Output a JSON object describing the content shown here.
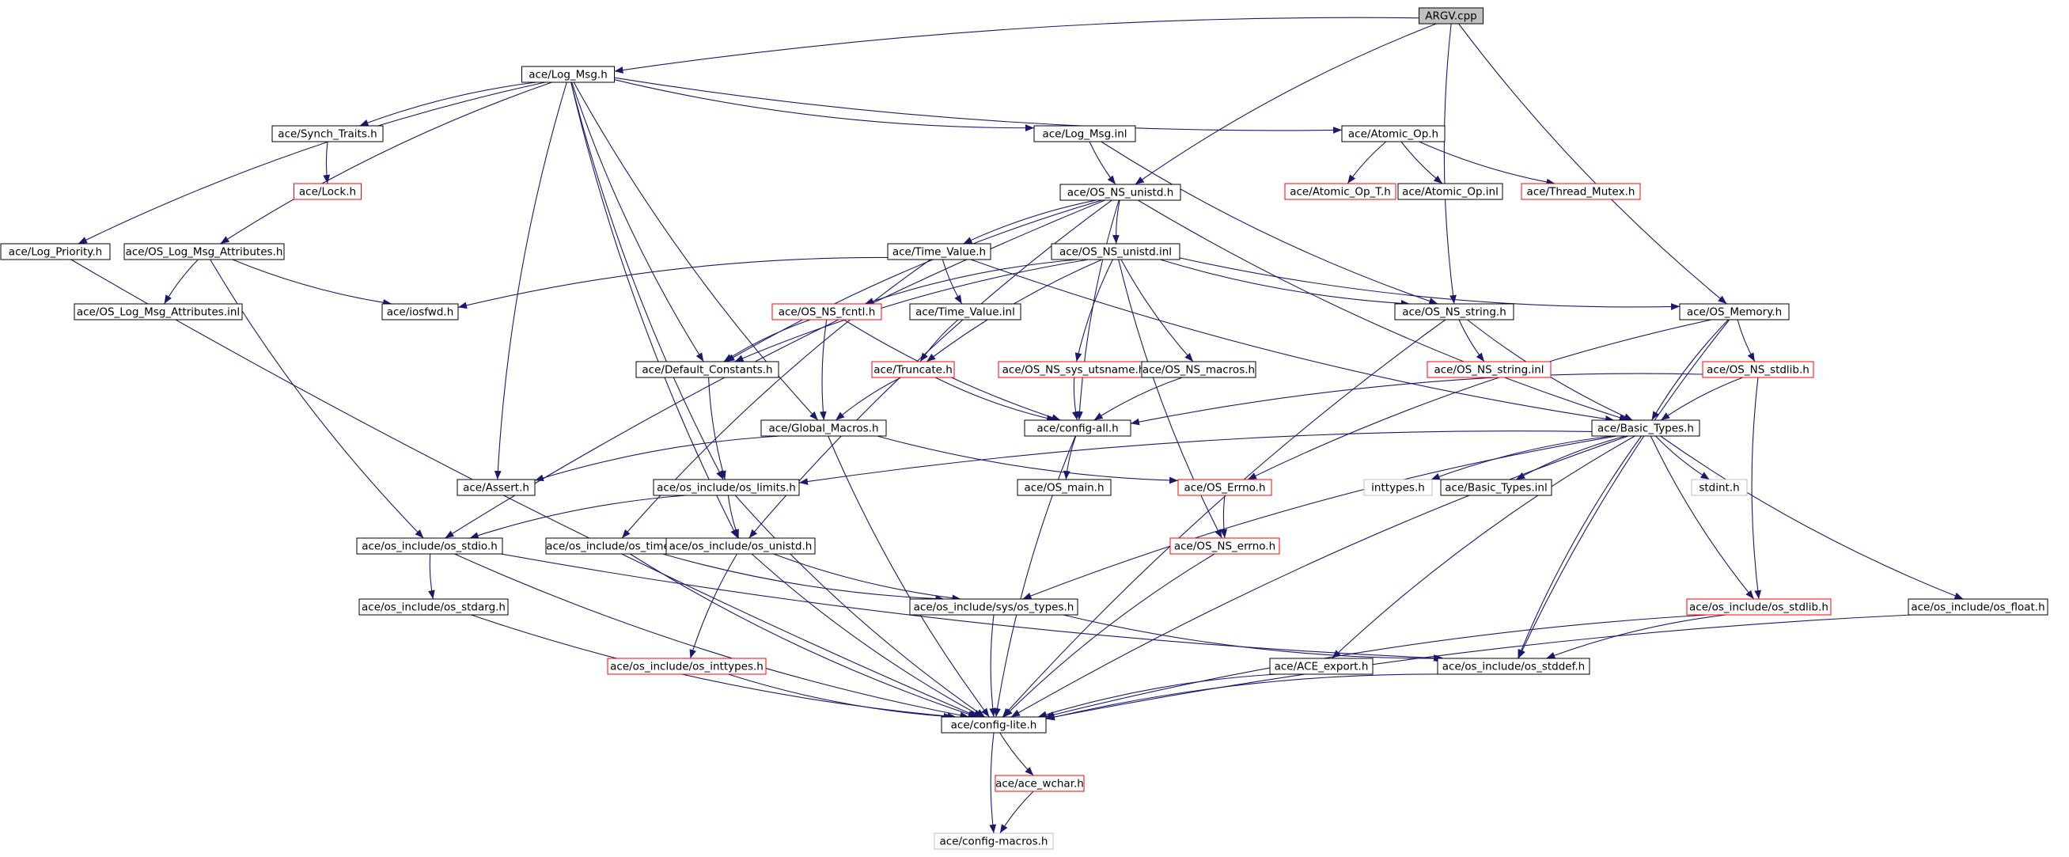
{
  "colors": {
    "edge": "#191970",
    "border_black": "#000000",
    "border_red": "#ff0000",
    "border_gray": "#bfbfbf",
    "root_fill": "#bfbfbf",
    "node_fill": "#ffffff"
  },
  "nodes": [
    {
      "id": "argv_cpp",
      "label": "ARGV.cpp",
      "style": "root"
    },
    {
      "id": "log_msg_h",
      "label": "ace/Log_Msg.h",
      "style": "black"
    },
    {
      "id": "synch_traits_h",
      "label": "ace/Synch_Traits.h",
      "style": "black"
    },
    {
      "id": "lock_h",
      "label": "ace/Lock.h",
      "style": "red"
    },
    {
      "id": "log_msg_inl",
      "label": "ace/Log_Msg.inl",
      "style": "black"
    },
    {
      "id": "atomic_op_h",
      "label": "ace/Atomic_Op.h",
      "style": "black"
    },
    {
      "id": "atomic_op_t_h",
      "label": "ace/Atomic_Op_T.h",
      "style": "red"
    },
    {
      "id": "atomic_op_inl",
      "label": "ace/Atomic_Op.inl",
      "style": "black"
    },
    {
      "id": "thread_mutex_h",
      "label": "ace/Thread_Mutex.h",
      "style": "red"
    },
    {
      "id": "os_ns_unistd_h",
      "label": "ace/OS_NS_unistd.h",
      "style": "black"
    },
    {
      "id": "log_priority_h",
      "label": "ace/Log_Priority.h",
      "style": "black"
    },
    {
      "id": "os_log_msg_attr_h",
      "label": "ace/OS_Log_Msg_Attributes.h",
      "style": "black"
    },
    {
      "id": "time_value_h",
      "label": "ace/Time_Value.h",
      "style": "black"
    },
    {
      "id": "os_ns_unistd_inl",
      "label": "ace/OS_NS_unistd.inl",
      "style": "black"
    },
    {
      "id": "os_log_msg_attr_inl",
      "label": "ace/OS_Log_Msg_Attributes.inl",
      "style": "black"
    },
    {
      "id": "iosfwd_h",
      "label": "ace/iosfwd.h",
      "style": "black"
    },
    {
      "id": "os_ns_fcntl_h",
      "label": "ace/OS_NS_fcntl.h",
      "style": "red"
    },
    {
      "id": "time_value_inl",
      "label": "ace/Time_Value.inl",
      "style": "black"
    },
    {
      "id": "os_ns_string_h",
      "label": "ace/OS_NS_string.h",
      "style": "black"
    },
    {
      "id": "os_memory_h",
      "label": "ace/OS_Memory.h",
      "style": "black"
    },
    {
      "id": "default_constants_h",
      "label": "ace/Default_Constants.h",
      "style": "black"
    },
    {
      "id": "truncate_h",
      "label": "ace/Truncate.h",
      "style": "red"
    },
    {
      "id": "os_ns_sys_utsname_h",
      "label": "ace/OS_NS_sys_utsname.h",
      "style": "red"
    },
    {
      "id": "os_ns_macros_h",
      "label": "ace/OS_NS_macros.h",
      "style": "black"
    },
    {
      "id": "os_ns_string_inl",
      "label": "ace/OS_NS_string.inl",
      "style": "red"
    },
    {
      "id": "os_ns_stdlib_h",
      "label": "ace/OS_NS_stdlib.h",
      "style": "red"
    },
    {
      "id": "global_macros_h",
      "label": "ace/Global_Macros.h",
      "style": "black"
    },
    {
      "id": "config_all_h",
      "label": "ace/config-all.h",
      "style": "black"
    },
    {
      "id": "basic_types_h",
      "label": "ace/Basic_Types.h",
      "style": "black"
    },
    {
      "id": "assert_h",
      "label": "ace/Assert.h",
      "style": "black"
    },
    {
      "id": "os_limits_h",
      "label": "ace/os_include/os_limits.h",
      "style": "black"
    },
    {
      "id": "os_main_h",
      "label": "ace/OS_main.h",
      "style": "black"
    },
    {
      "id": "os_errno_h",
      "label": "ace/OS_Errno.h",
      "style": "red"
    },
    {
      "id": "inttypes_h",
      "label": "inttypes.h",
      "style": "gray"
    },
    {
      "id": "basic_types_inl",
      "label": "ace/Basic_Types.inl",
      "style": "black"
    },
    {
      "id": "stdint_h",
      "label": "stdint.h",
      "style": "gray"
    },
    {
      "id": "os_stdio_h",
      "label": "ace/os_include/os_stdio.h",
      "style": "black"
    },
    {
      "id": "os_time_h",
      "label": "ace/os_include/os_time.h",
      "style": "black"
    },
    {
      "id": "os_unistd_h",
      "label": "ace/os_include/os_unistd.h",
      "style": "black"
    },
    {
      "id": "os_ns_errno_h",
      "label": "ace/OS_NS_errno.h",
      "style": "red"
    },
    {
      "id": "os_stdarg_h",
      "label": "ace/os_include/os_stdarg.h",
      "style": "black"
    },
    {
      "id": "sys_os_types_h",
      "label": "ace/os_include/sys/os_types.h",
      "style": "black"
    },
    {
      "id": "os_stdlib_h",
      "label": "ace/os_include/os_stdlib.h",
      "style": "red"
    },
    {
      "id": "os_float_h",
      "label": "ace/os_include/os_float.h",
      "style": "black"
    },
    {
      "id": "os_inttypes_h",
      "label": "ace/os_include/os_inttypes.h",
      "style": "red"
    },
    {
      "id": "ace_export_h",
      "label": "ace/ACE_export.h",
      "style": "black"
    },
    {
      "id": "os_stddef_h",
      "label": "ace/os_include/os_stddef.h",
      "style": "black"
    },
    {
      "id": "config_lite_h",
      "label": "ace/config-lite.h",
      "style": "black"
    },
    {
      "id": "ace_wchar_h",
      "label": "ace/ace_wchar.h",
      "style": "red"
    },
    {
      "id": "config_macros_h",
      "label": "ace/config-macros.h",
      "style": "gray"
    }
  ],
  "edges": [
    [
      "argv_cpp",
      "log_msg_h"
    ],
    [
      "argv_cpp",
      "os_ns_unistd_h"
    ],
    [
      "argv_cpp",
      "os_ns_string_h"
    ],
    [
      "argv_cpp",
      "os_memory_h"
    ],
    [
      "log_msg_h",
      "synch_traits_h"
    ],
    [
      "log_msg_h",
      "log_msg_inl"
    ],
    [
      "log_msg_h",
      "atomic_op_h"
    ],
    [
      "log_msg_h",
      "log_priority_h"
    ],
    [
      "log_msg_h",
      "os_log_msg_attr_h"
    ],
    [
      "log_msg_h",
      "default_constants_h"
    ],
    [
      "log_msg_h",
      "global_macros_h"
    ],
    [
      "log_msg_h",
      "assert_h"
    ],
    [
      "log_msg_h",
      "os_limits_h"
    ],
    [
      "log_msg_h",
      "os_unistd_h"
    ],
    [
      "synch_traits_h",
      "lock_h"
    ],
    [
      "log_msg_inl",
      "os_ns_unistd_h"
    ],
    [
      "log_msg_inl",
      "os_ns_string_h"
    ],
    [
      "atomic_op_h",
      "atomic_op_t_h"
    ],
    [
      "atomic_op_h",
      "atomic_op_inl"
    ],
    [
      "atomic_op_h",
      "thread_mutex_h"
    ],
    [
      "os_ns_unistd_h",
      "time_value_h"
    ],
    [
      "os_ns_unistd_h",
      "os_ns_unistd_inl"
    ],
    [
      "os_ns_unistd_h",
      "config_all_h"
    ],
    [
      "os_ns_unistd_h",
      "basic_types_h"
    ],
    [
      "os_ns_unistd_h",
      "os_stdio_h"
    ],
    [
      "os_ns_unistd_h",
      "os_unistd_h"
    ],
    [
      "os_ns_unistd_h",
      "default_constants_h"
    ],
    [
      "log_priority_h",
      "config_lite_h"
    ],
    [
      "os_log_msg_attr_h",
      "os_log_msg_attr_inl"
    ],
    [
      "os_log_msg_attr_h",
      "iosfwd_h"
    ],
    [
      "os_log_msg_attr_h",
      "os_stdio_h"
    ],
    [
      "time_value_h",
      "iosfwd_h"
    ],
    [
      "time_value_h",
      "time_value_inl"
    ],
    [
      "time_value_h",
      "basic_types_h"
    ],
    [
      "time_value_h",
      "os_time_h"
    ],
    [
      "os_ns_unistd_inl",
      "os_ns_fcntl_h"
    ],
    [
      "os_ns_unistd_inl",
      "default_constants_h"
    ],
    [
      "os_ns_unistd_inl",
      "truncate_h"
    ],
    [
      "os_ns_unistd_inl",
      "os_ns_sys_utsname_h"
    ],
    [
      "os_ns_unistd_inl",
      "os_ns_macros_h"
    ],
    [
      "os_ns_unistd_inl",
      "os_ns_string_h"
    ],
    [
      "os_ns_unistd_inl",
      "os_memory_h"
    ],
    [
      "os_ns_unistd_inl",
      "os_ns_errno_h"
    ],
    [
      "os_ns_fcntl_h",
      "default_constants_h"
    ],
    [
      "os_ns_fcntl_h",
      "global_macros_h"
    ],
    [
      "os_ns_fcntl_h",
      "config_all_h"
    ],
    [
      "time_value_inl",
      "truncate_h"
    ],
    [
      "os_ns_string_h",
      "os_ns_string_inl"
    ],
    [
      "os_ns_string_h",
      "basic_types_h"
    ],
    [
      "os_ns_string_h",
      "config_lite_h"
    ],
    [
      "os_memory_h",
      "os_ns_stdlib_h"
    ],
    [
      "os_memory_h",
      "basic_types_h"
    ],
    [
      "os_memory_h",
      "os_errno_h"
    ],
    [
      "os_memory_h",
      "os_stddef_h"
    ],
    [
      "default_constants_h",
      "os_limits_h"
    ],
    [
      "truncate_h",
      "global_macros_h"
    ],
    [
      "truncate_h",
      "config_all_h"
    ],
    [
      "os_ns_sys_utsname_h",
      "config_all_h"
    ],
    [
      "os_ns_macros_h",
      "config_all_h"
    ],
    [
      "os_ns_stdlib_h",
      "basic_types_h"
    ],
    [
      "os_ns_stdlib_h",
      "config_all_h"
    ],
    [
      "os_ns_stdlib_h",
      "os_stdlib_h"
    ],
    [
      "global_macros_h",
      "assert_h"
    ],
    [
      "global_macros_h",
      "os_errno_h"
    ],
    [
      "global_macros_h",
      "config_lite_h"
    ],
    [
      "config_all_h",
      "os_main_h"
    ],
    [
      "config_all_h",
      "config_lite_h"
    ],
    [
      "basic_types_h",
      "os_limits_h"
    ],
    [
      "basic_types_h",
      "inttypes_h"
    ],
    [
      "basic_types_h",
      "basic_types_inl"
    ],
    [
      "basic_types_h",
      "stdint_h"
    ],
    [
      "basic_types_h",
      "sys_os_types_h"
    ],
    [
      "basic_types_h",
      "ace_export_h"
    ],
    [
      "basic_types_h",
      "os_stddef_h"
    ],
    [
      "basic_types_h",
      "os_stdlib_h"
    ],
    [
      "basic_types_h",
      "os_float_h"
    ],
    [
      "basic_types_h",
      "config_lite_h"
    ],
    [
      "os_limits_h",
      "os_unistd_h"
    ],
    [
      "os_limits_h",
      "os_stdio_h"
    ],
    [
      "os_limits_h",
      "config_lite_h"
    ],
    [
      "os_errno_h",
      "os_ns_errno_h"
    ],
    [
      "os_stdio_h",
      "os_stdarg_h"
    ],
    [
      "os_stdio_h",
      "os_stddef_h"
    ],
    [
      "os_stdio_h",
      "config_lite_h"
    ],
    [
      "os_time_h",
      "sys_os_types_h"
    ],
    [
      "os_time_h",
      "config_lite_h"
    ],
    [
      "os_unistd_h",
      "sys_os_types_h"
    ],
    [
      "os_unistd_h",
      "os_inttypes_h"
    ],
    [
      "os_unistd_h",
      "config_lite_h"
    ],
    [
      "os_ns_errno_h",
      "config_lite_h"
    ],
    [
      "os_stdarg_h",
      "config_lite_h"
    ],
    [
      "sys_os_types_h",
      "os_stddef_h"
    ],
    [
      "sys_os_types_h",
      "config_lite_h"
    ],
    [
      "os_stdlib_h",
      "os_stddef_h"
    ],
    [
      "os_stdlib_h",
      "config_lite_h"
    ],
    [
      "os_float_h",
      "config_lite_h"
    ],
    [
      "os_inttypes_h",
      "config_lite_h"
    ],
    [
      "ace_export_h",
      "config_lite_h"
    ],
    [
      "os_stddef_h",
      "config_lite_h"
    ],
    [
      "config_lite_h",
      "ace_wchar_h"
    ],
    [
      "config_lite_h",
      "config_macros_h"
    ],
    [
      "ace_wchar_h",
      "config_macros_h"
    ]
  ]
}
